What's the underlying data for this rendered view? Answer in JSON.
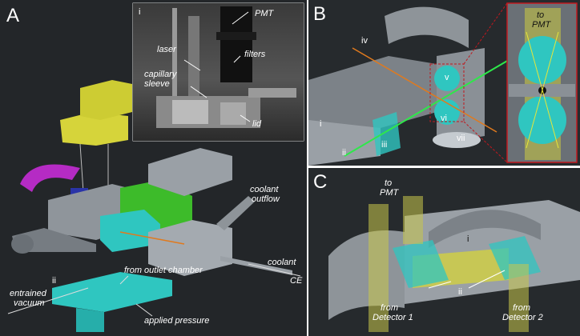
{
  "panels": {
    "A": {
      "letter": "A",
      "inset_marker": "i",
      "inset2_marker": "ii",
      "labels": {
        "pmt": "PMT",
        "laser": "laser",
        "filters": "filters",
        "capillary_1": "capillary",
        "capillary_2": "sleeve",
        "lid": "lid",
        "coolant_outflow_1": "coolant",
        "coolant_outflow_2": "outflow",
        "coolant": "coolant",
        "ce": "CE",
        "from_outlet": "from outlet chamber",
        "entrained_1": "entrained",
        "entrained_2": "vacuum",
        "applied_pressure": "applied pressure"
      }
    },
    "B": {
      "letter": "B",
      "labels": {
        "i": "i",
        "ii": "ii",
        "iii": "iii",
        "iv": "iv",
        "v": "v",
        "vi": "vi",
        "vii": "vii",
        "to_pmt_1": "to",
        "to_pmt_2": "PMT"
      }
    },
    "C": {
      "letter": "C",
      "labels": {
        "to_pmt_1": "to",
        "to_pmt_2": "PMT",
        "i": "i",
        "ii": "ii",
        "det1_1": "from",
        "det1_2": "Detector 1",
        "det2_1": "from",
        "det2_2": "Detector 2"
      }
    }
  },
  "colors": {
    "dark_bg": "#1f2326",
    "gray_part": "#9aa0a6",
    "yellow_part": "#d6d43a",
    "green_part": "#3dbb2a",
    "teal_part": "#2fc6c0",
    "magenta_part": "#b52bc4",
    "blue_part": "#2a34a8",
    "laser_green": "#2ee84a",
    "laser_orange": "#e07a1e",
    "frame_red": "#c0181e"
  }
}
